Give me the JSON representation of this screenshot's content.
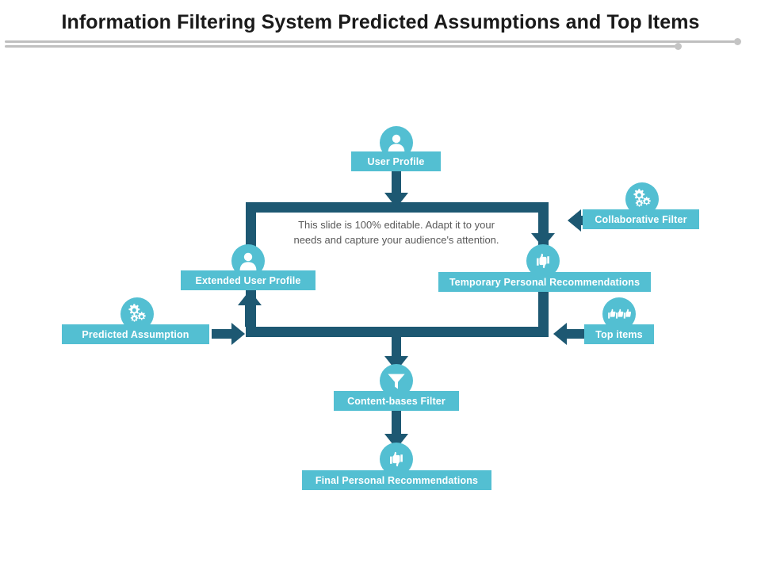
{
  "header": {
    "title": "Information Filtering System Predicted Assumptions and Top Items"
  },
  "colors": {
    "teal": "#53bfd2",
    "navy": "#1d5872",
    "body_text": "#595959",
    "title_text": "#1a1a1a",
    "divider": "#bfbfbf",
    "background": "#ffffff"
  },
  "diagram": {
    "center_text": "This slide is 100% editable. Adapt it to your needs and capture your audience's attention.",
    "nodes": [
      {
        "id": "user-profile",
        "label": "User Profile",
        "icon": "user-icon"
      },
      {
        "id": "collaborative-filter",
        "label": "Collaborative Filter",
        "icon": "gears-icon"
      },
      {
        "id": "temporary-personal-recommendations",
        "label": "Temporary Personal Recommendations",
        "icon": "thumbs-up-down-icon"
      },
      {
        "id": "extended-user-profile",
        "label": "Extended User  Profile",
        "icon": "user-icon"
      },
      {
        "id": "predicted-assumption",
        "label": "Predicted Assumption",
        "icon": "gears-icon"
      },
      {
        "id": "top-items",
        "label": "Top items",
        "icon": "thumbs-up-row-icon"
      },
      {
        "id": "content-bases-filter",
        "label": "Content-bases  Filter",
        "icon": "funnel-icon"
      },
      {
        "id": "final-personal-recommendations",
        "label": "Final Personal Recommendations",
        "icon": "thumbs-up-down-icon"
      }
    ]
  }
}
